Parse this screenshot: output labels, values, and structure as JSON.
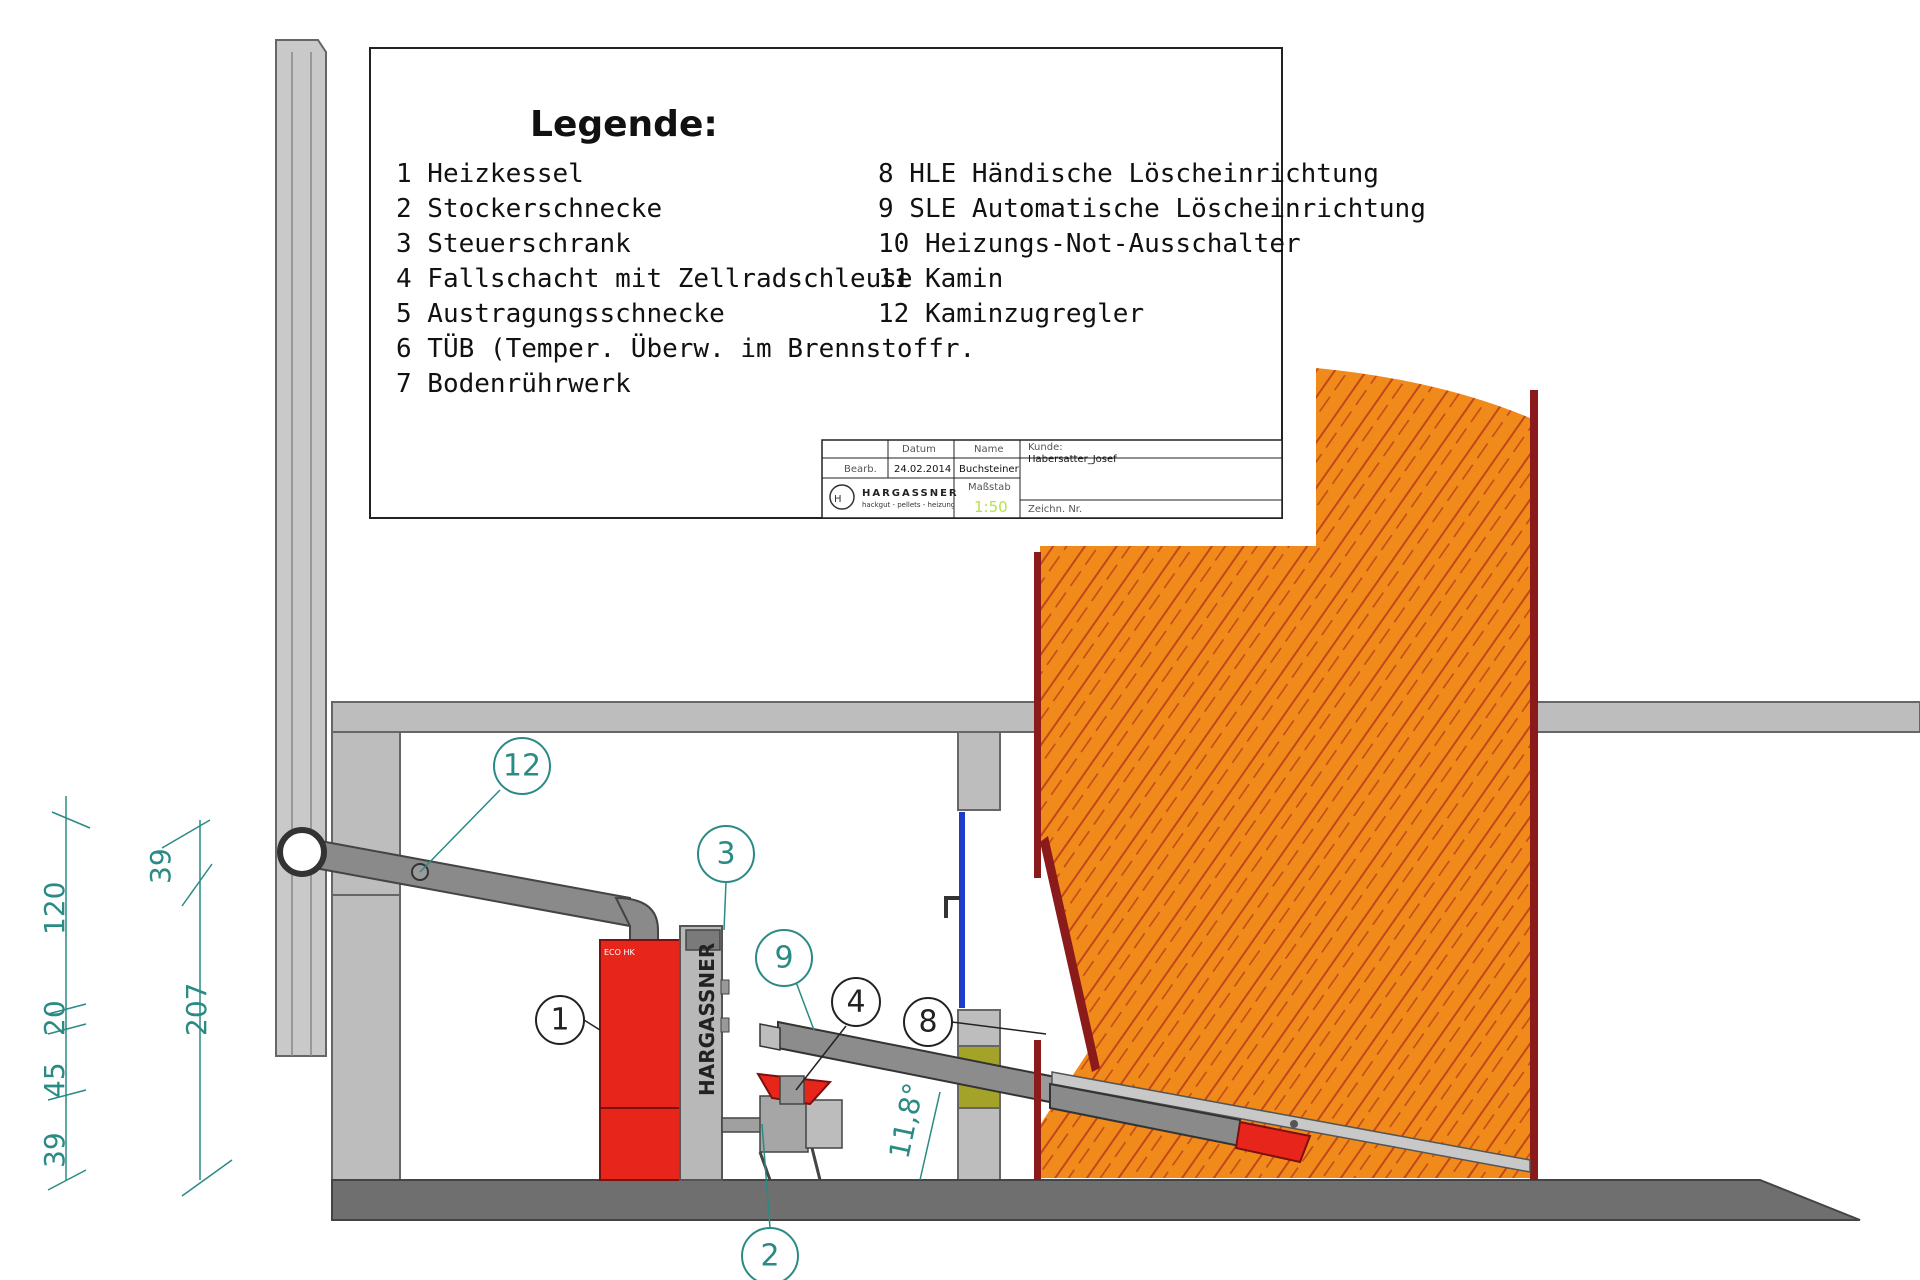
{
  "legend": {
    "title": "Legende:",
    "items": [
      "1  Heizkessel",
      "2  Stockerschnecke",
      "3  Steuerschrank",
      "4  Fallschacht mit Zellradschleuse",
      "5  Austragungsschnecke",
      "6 TÜB (Temper. Überw. im Brennstoffr.",
      "7 Bodenrührwerk",
      "8   HLE Händische Löscheinrichtung",
      "9   SLE Automatische Löscheinrichtung",
      "10  Heizungs-Not-Ausschalter",
      "11  Kamin",
      "12  Kaminzugregler"
    ]
  },
  "title_block": {
    "datum_label": "Datum",
    "name_label": "Name",
    "kunde_label": "Kunde:",
    "kunde_value": "Habersatter_Josef",
    "bearb_label": "Bearb.",
    "date_value": "24.02.2014",
    "name_value": "Buchsteiner",
    "massstab_label": "Maßstab",
    "massstab_value": "1:50",
    "company_name": "HARGASSNER",
    "company_tagline": "hackgut - pellets - heizung",
    "zeichn_label": "Zeichn. Nr."
  },
  "boiler": {
    "brand": "HARGASSNER",
    "model": "ECO HK"
  },
  "callouts": [
    {
      "label": "1",
      "color": "#222222"
    },
    {
      "label": "2",
      "color": "#2a8a84"
    },
    {
      "label": "3",
      "color": "#2a8a84"
    },
    {
      "label": "4",
      "color": "#222222"
    },
    {
      "label": "8",
      "color": "#222222"
    },
    {
      "label": "9",
      "color": "#2a8a84"
    },
    {
      "label": "12",
      "color": "#2a8a84"
    }
  ],
  "dimensions": {
    "left": [
      "120",
      "20",
      "45",
      "39"
    ],
    "middle": [
      "39",
      "207"
    ],
    "angle": "11,8°"
  },
  "colors": {
    "wood_fill": "#f08a1a",
    "wood_grain": "#c2461a",
    "bunker_wall": "#8b1a1a",
    "wall_grey": "#bdbdbd",
    "floor_grey": "#6f6f6f",
    "boiler_red": "#e8251b",
    "teal": "#2a8a84",
    "door_blue": "#1e3cc8",
    "scale_green": "#b7e24a"
  }
}
